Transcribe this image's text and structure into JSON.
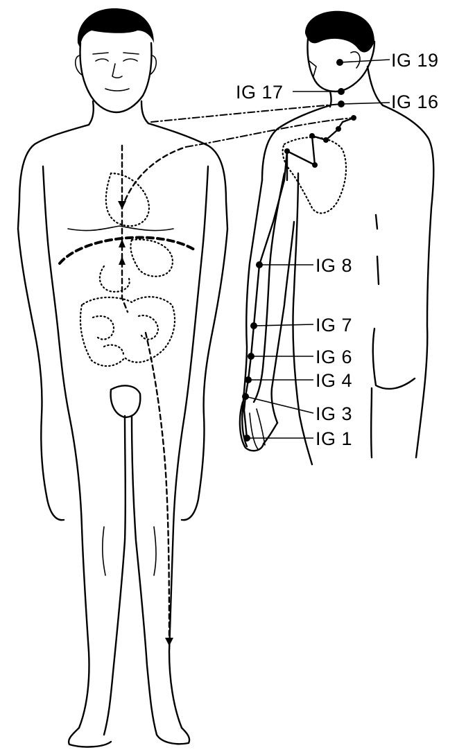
{
  "points": {
    "ig19": "IG 19",
    "ig17": "IG 17",
    "ig16": "IG 16",
    "ig8": "IG 8",
    "ig7": "IG 7",
    "ig6": "IG 6",
    "ig4": "IG 4",
    "ig3": "IG 3",
    "ig1": "IG 1"
  }
}
